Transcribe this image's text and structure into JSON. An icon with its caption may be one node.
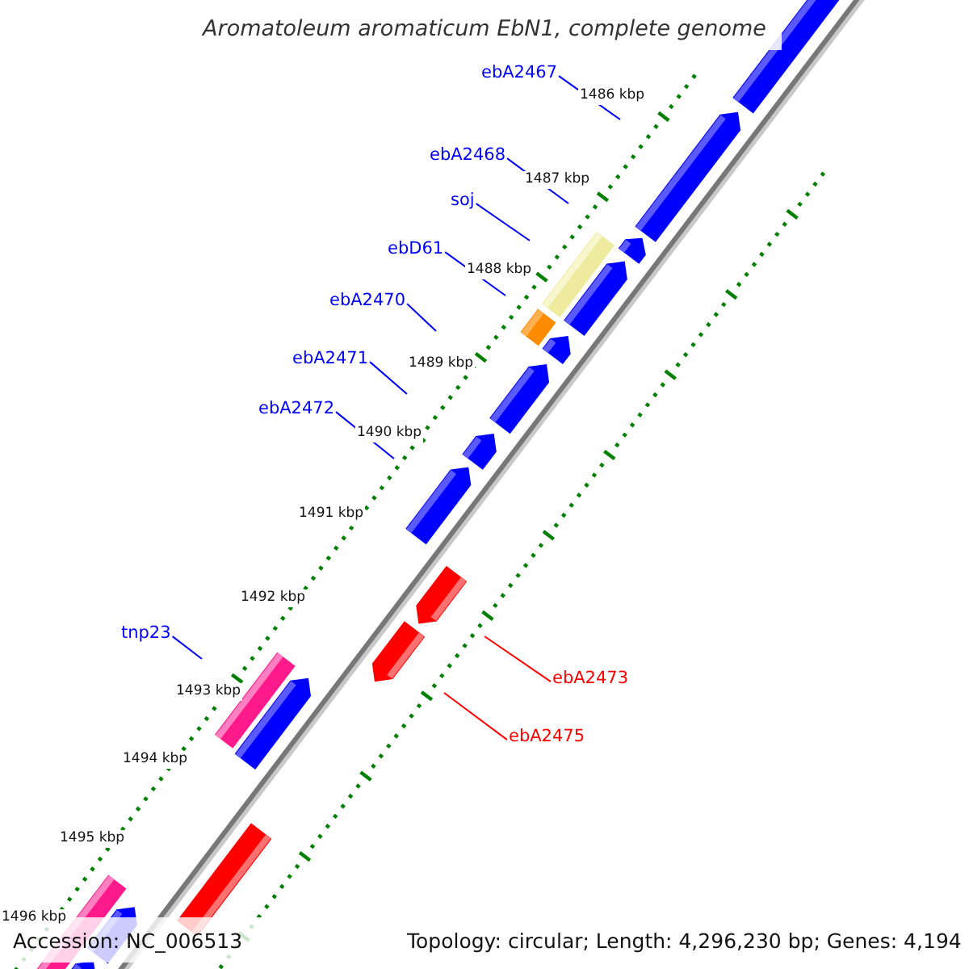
{
  "diagram": {
    "title": "Aromatoleum aromaticum EbN1, complete genome",
    "nodes": [
      {
        "text": [
          "ebA2467"
        ]
      },
      {
        "text": [
          "ebA2468"
        ]
      },
      {
        "text": [
          "soj"
        ]
      },
      {
        "text": [
          "ebD61"
        ]
      },
      {
        "text": [
          "ebA2470"
        ]
      },
      {
        "text": [
          "ebA2471"
        ]
      },
      {
        "text": [
          "ebA2472"
        ]
      },
      {
        "text": [
          "tnp23"
        ]
      },
      {
        "text": [
          "ebA2473"
        ]
      },
      {
        "text": [
          "ebA2475"
        ]
      }
    ],
    "edges": [
      {
        "from": 0,
        "to": null,
        "arrow": "none"
      },
      {
        "from": 1,
        "to": null,
        "arrow": "none"
      },
      {
        "from": 2,
        "to": null,
        "arrow": "none"
      },
      {
        "from": 3,
        "to": null,
        "arrow": "none"
      },
      {
        "from": 4,
        "to": null,
        "arrow": "none"
      },
      {
        "from": 5,
        "to": null,
        "arrow": "none"
      },
      {
        "from": 6,
        "to": null,
        "arrow": "none"
      },
      {
        "from": 7,
        "to": null,
        "arrow": "none"
      },
      {
        "from": 8,
        "to": null,
        "arrow": "none",
        "color": "#ff0000"
      },
      {
        "from": 9,
        "to": null,
        "arrow": "none",
        "color": "#ff0000"
      }
    ],
    "labels": [
      "1486 kbp",
      "1487 kbp",
      "1488 kbp",
      "1489 kbp",
      "1490 kbp",
      "1491 kbp",
      "1492 kbp",
      "1493 kbp",
      "1494 kbp",
      "1495 kbp",
      "1496 kbp",
      "Accession: NC_006513",
      "Topology: circular; Length: 4,296,230 bp; Genes: 4,194"
    ]
  }
}
